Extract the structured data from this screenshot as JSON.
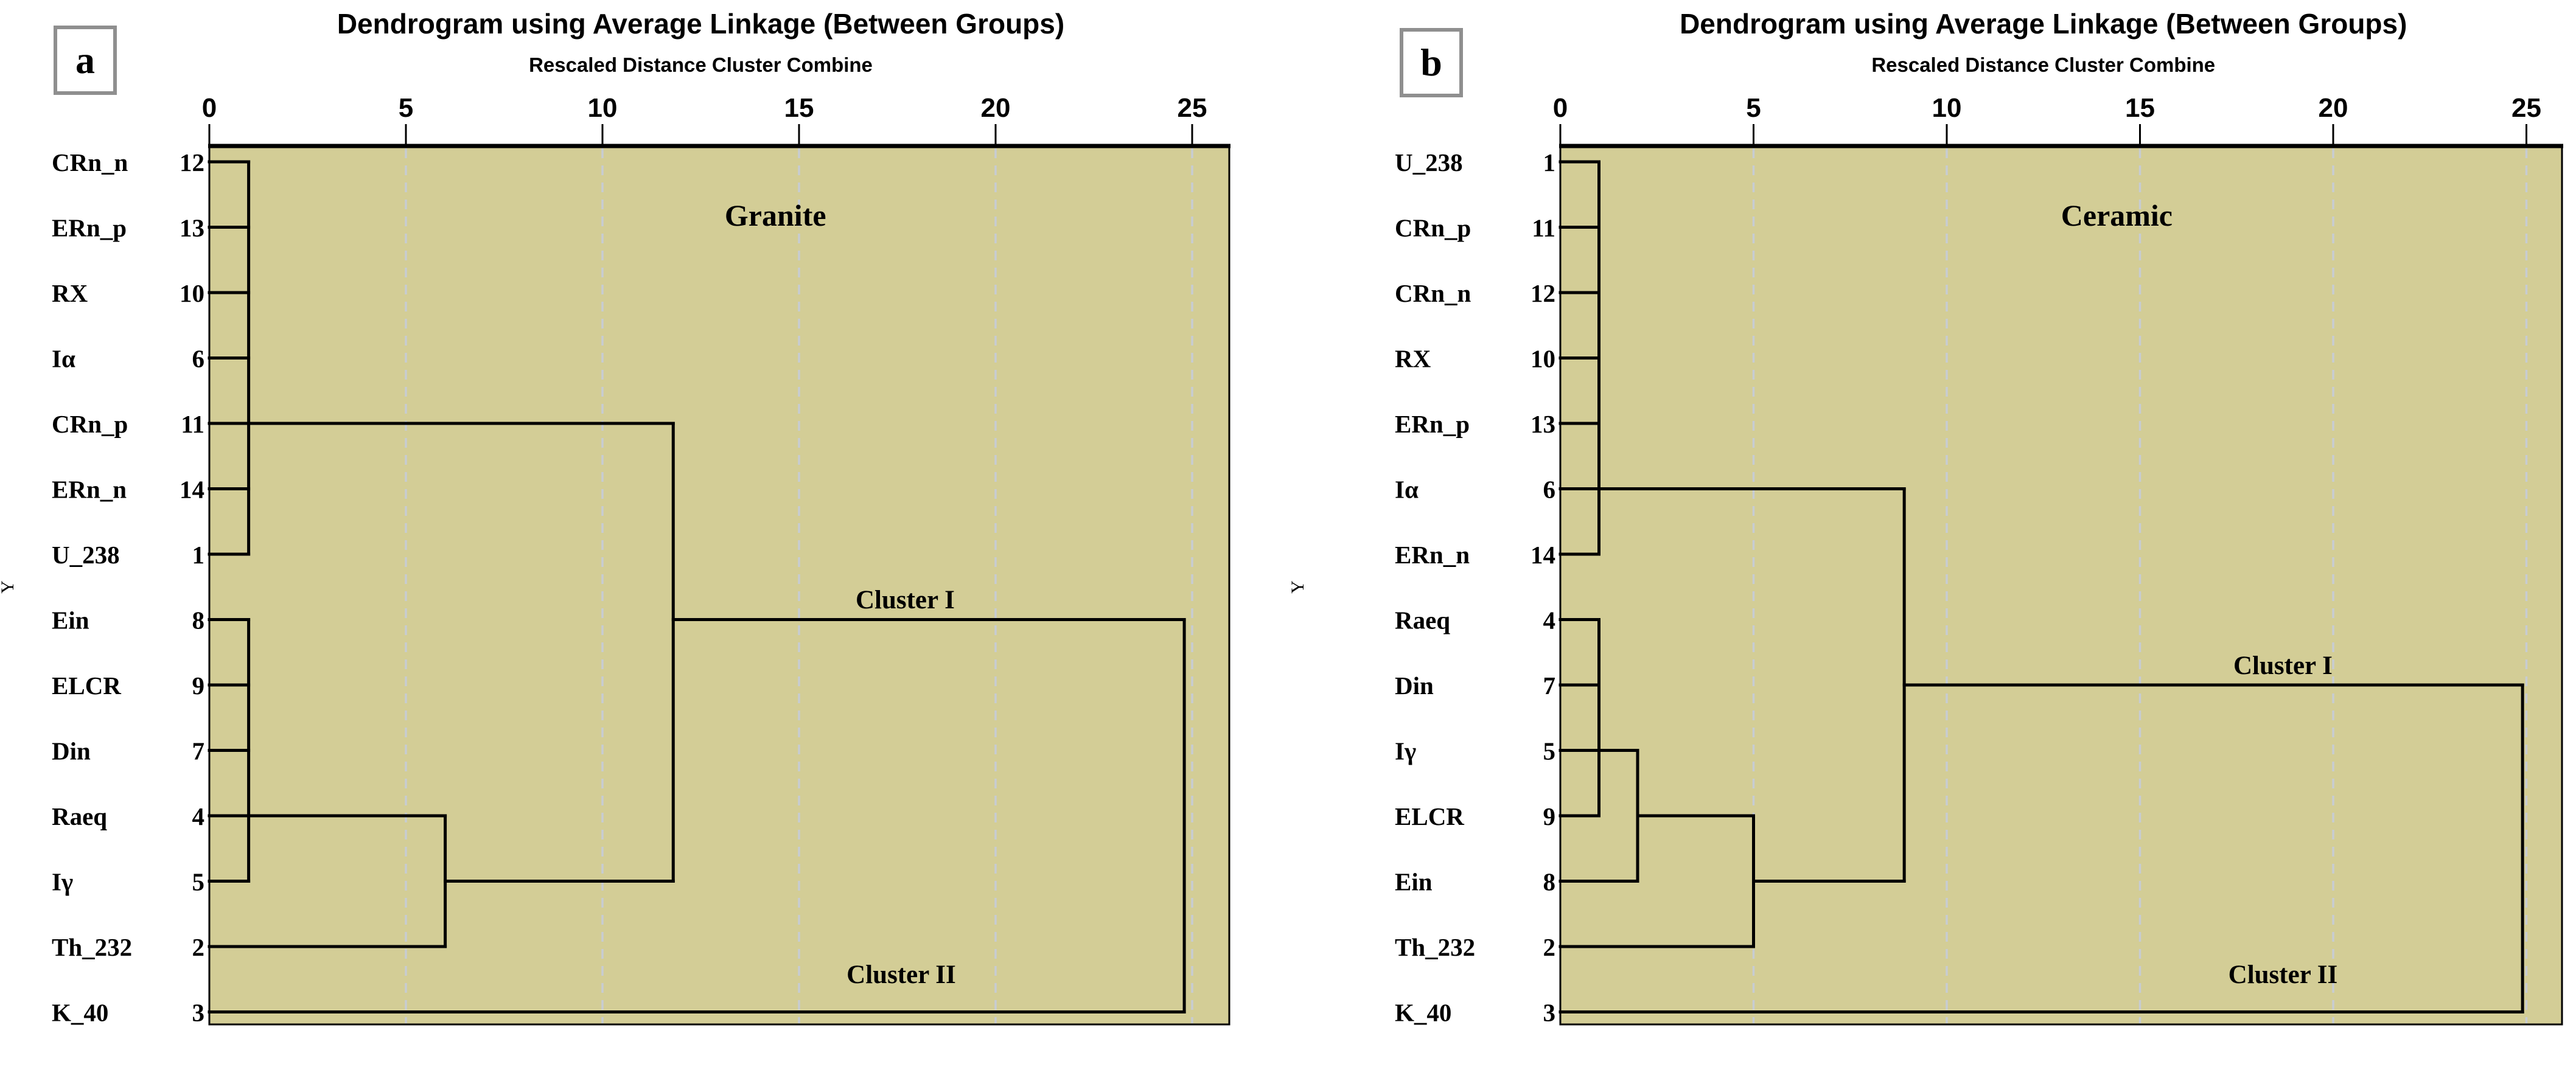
{
  "colors": {
    "background": "#ffffff",
    "plot_fill": "#d3cd96",
    "line": "#000000",
    "gridline": "#c7ccd2",
    "panel_box_border": "#8f8f8f",
    "text": "#000000"
  },
  "chart_data": {
    "type": "dendrogram",
    "panels": [
      {
        "panel_letter": "a",
        "title": "Dendrogram using Average Linkage (Between Groups)",
        "axis_label": "Rescaled Distance Cluster Combine",
        "y_axis_label": "Y",
        "material_label": "Granite",
        "axis_ticks": [
          0,
          5,
          10,
          15,
          20,
          25
        ],
        "axis_range": [
          0,
          25
        ],
        "grid_on": true,
        "leaves": [
          {
            "label": "CRn_n",
            "case": "12"
          },
          {
            "label": "ERn_p",
            "case": "13"
          },
          {
            "label": "RX",
            "case": "10"
          },
          {
            "label": "Iα",
            "case": "6"
          },
          {
            "label": "CRn_p",
            "case": "11"
          },
          {
            "label": "ERn_n",
            "case": "14"
          },
          {
            "label": "U_238",
            "case": "1"
          },
          {
            "label": "Ein",
            "case": "8"
          },
          {
            "label": "ELCR",
            "case": "9"
          },
          {
            "label": "Din",
            "case": "7"
          },
          {
            "label": "Raeq",
            "case": "4"
          },
          {
            "label": "Iγ",
            "case": "5"
          },
          {
            "label": "Th_232",
            "case": "2"
          },
          {
            "label": "K_40",
            "case": "3"
          }
        ],
        "horizontals": [
          [
            1,
            0,
            1
          ],
          [
            2,
            0,
            1
          ],
          [
            3,
            0,
            1
          ],
          [
            4,
            0,
            1
          ],
          [
            5,
            0,
            11.8
          ],
          [
            6,
            0,
            1
          ],
          [
            7,
            0,
            1
          ],
          [
            8,
            0,
            1
          ],
          [
            8,
            11.8,
            24.8
          ],
          [
            9,
            0,
            1
          ],
          [
            10,
            0,
            1
          ],
          [
            11,
            0,
            6
          ],
          [
            12,
            0,
            1
          ],
          [
            12,
            6,
            11.8
          ],
          [
            13,
            0,
            6
          ],
          [
            14,
            0,
            24.8
          ]
        ],
        "verticals": [
          [
            1,
            1,
            7
          ],
          [
            1,
            8,
            12
          ],
          [
            6,
            11,
            13
          ],
          [
            11.8,
            5,
            12
          ],
          [
            24.8,
            8,
            14
          ]
        ],
        "cluster_labels": [
          {
            "text": "Cluster I",
            "d": 17.7,
            "row": 7.72
          },
          {
            "text": "Cluster II",
            "d": 17.6,
            "row": 13.45
          }
        ],
        "material_label_pos": {
          "d": 14.4,
          "row": 1.85
        }
      },
      {
        "panel_letter": "b",
        "title": "Dendrogram using Average Linkage (Between Groups)",
        "axis_label": "Rescaled Distance Cluster Combine",
        "y_axis_label": "Y",
        "material_label": "Ceramic",
        "axis_ticks": [
          0,
          5,
          10,
          15,
          20,
          25
        ],
        "axis_range": [
          0,
          25
        ],
        "grid_on": true,
        "leaves": [
          {
            "label": "U_238",
            "case": "1"
          },
          {
            "label": "CRn_p",
            "case": "11"
          },
          {
            "label": "CRn_n",
            "case": "12"
          },
          {
            "label": "RX",
            "case": "10"
          },
          {
            "label": "ERn_p",
            "case": "13"
          },
          {
            "label": "Iα",
            "case": "6"
          },
          {
            "label": "ERn_n",
            "case": "14"
          },
          {
            "label": "Raeq",
            "case": "4"
          },
          {
            "label": "Din",
            "case": "7"
          },
          {
            "label": "Iγ",
            "case": "5"
          },
          {
            "label": "ELCR",
            "case": "9"
          },
          {
            "label": "Ein",
            "case": "8"
          },
          {
            "label": "Th_232",
            "case": "2"
          },
          {
            "label": "K_40",
            "case": "3"
          }
        ],
        "horizontals": [
          [
            1,
            0,
            1
          ],
          [
            2,
            0,
            1
          ],
          [
            3,
            0,
            1
          ],
          [
            4,
            0,
            1
          ],
          [
            5,
            0,
            1
          ],
          [
            6,
            0,
            8.9
          ],
          [
            7,
            0,
            1
          ],
          [
            8,
            0,
            1
          ],
          [
            9,
            0,
            1
          ],
          [
            9,
            8.9,
            24.9
          ],
          [
            10,
            0,
            2
          ],
          [
            11,
            0,
            1
          ],
          [
            11,
            2,
            5
          ],
          [
            12,
            0,
            2
          ],
          [
            12,
            5,
            8.9
          ],
          [
            13,
            0,
            5
          ],
          [
            14,
            0,
            24.9
          ]
        ],
        "verticals": [
          [
            1,
            1,
            7
          ],
          [
            1,
            8,
            11
          ],
          [
            2,
            10,
            12
          ],
          [
            5,
            11,
            13
          ],
          [
            8.9,
            6,
            12
          ],
          [
            24.9,
            9,
            14
          ]
        ],
        "cluster_labels": [
          {
            "text": "Cluster I",
            "d": 18.7,
            "row": 8.72
          },
          {
            "text": "Cluster II",
            "d": 18.7,
            "row": 13.45
          }
        ],
        "material_label_pos": {
          "d": 14.4,
          "row": 1.85
        }
      }
    ]
  }
}
